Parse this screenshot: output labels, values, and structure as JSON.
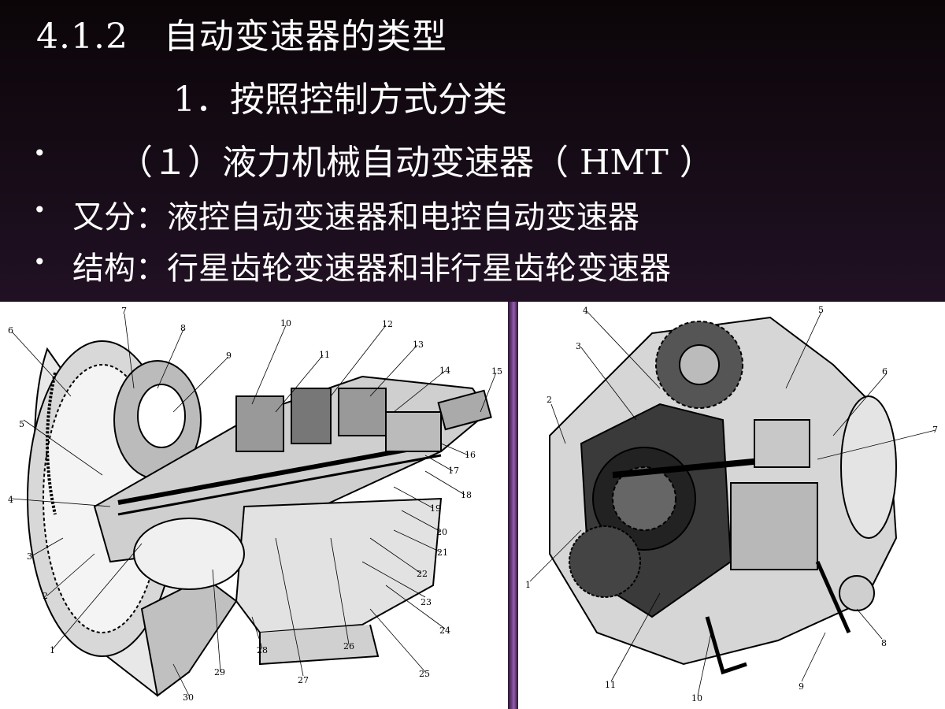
{
  "slide": {
    "title": "4.1.2   自动变速器的类型",
    "subtitle": "1．按照控制方式分类",
    "bullets": [
      {
        "symbol": "•",
        "text": "（１）液力机械自动变速器（ HMT ）"
      },
      {
        "symbol": "•",
        "text": "又分：液控自动变速器和电控自动变速器"
      },
      {
        "symbol": "•",
        "text": "结构：行星齿轮变速器和非行星齿轮变速器"
      }
    ]
  },
  "left_figure": {
    "callouts": [
      "1",
      "2",
      "3",
      "4",
      "5",
      "6",
      "7",
      "8",
      "9",
      "10",
      "11",
      "12",
      "13",
      "14",
      "15",
      "16",
      "17",
      "18",
      "19",
      "20",
      "21",
      "22",
      "23",
      "24",
      "25",
      "26",
      "27",
      "28",
      "29",
      "30"
    ]
  },
  "right_figure": {
    "callouts": [
      "1",
      "2",
      "3",
      "4",
      "5",
      "6",
      "7",
      "8",
      "9",
      "10",
      "11"
    ]
  },
  "colors": {
    "background_top": "#0b0508",
    "background_bottom": "#3f2347",
    "text": "#ffffff",
    "divider": "#9a5fb4"
  }
}
